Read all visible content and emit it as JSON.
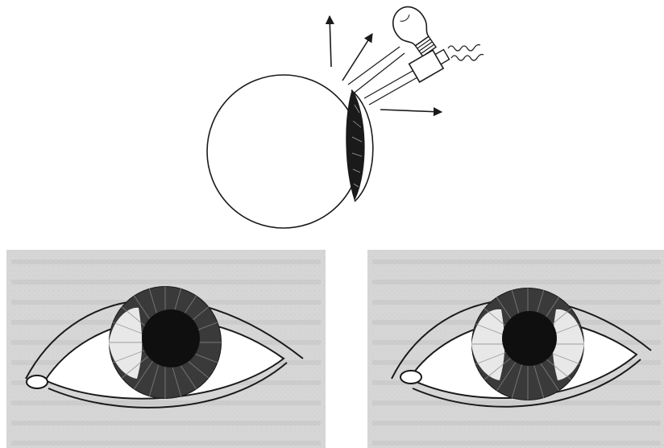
{
  "figure": {
    "top_panel": {
      "eyeball": "eyeball-side-view",
      "cornea": "cornea-with-iris",
      "light_sources": [
        "light-bulb-icon",
        "flashlight-icon"
      ],
      "arrows": [
        "arrow-up",
        "arrow-up-right",
        "arrow-right"
      ]
    },
    "bottom_panels": [
      {
        "eye": "eye-front-view-left",
        "iris_highlight": "left-side"
      },
      {
        "eye": "eye-front-view-right",
        "iris_highlight": "both-sides"
      }
    ],
    "colors": {
      "ink": "#1a1a1a",
      "panel_background": "#d6d6d6",
      "paper": "#ffffff"
    }
  }
}
